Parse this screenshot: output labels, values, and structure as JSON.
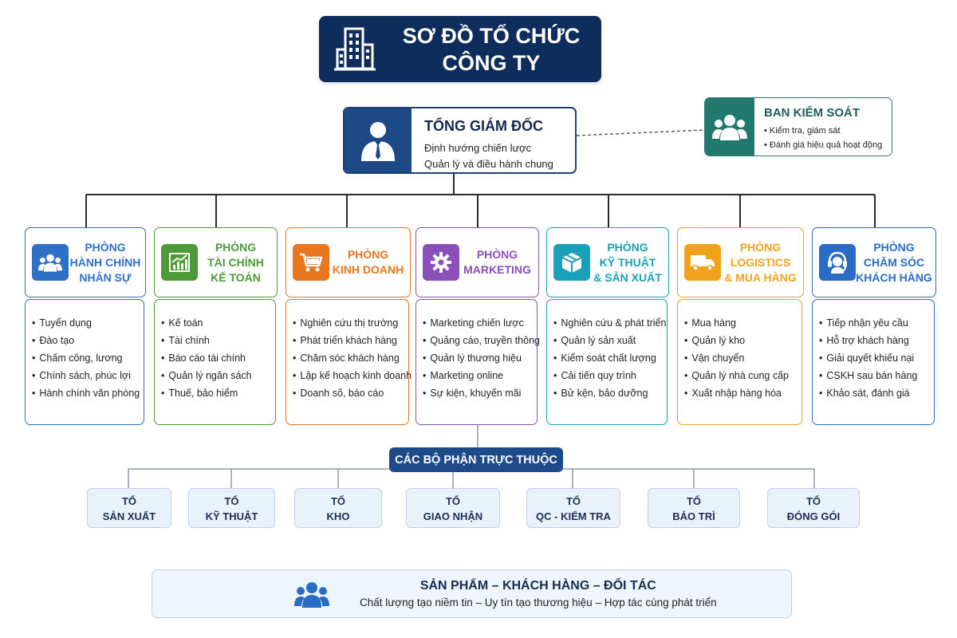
{
  "title": {
    "line1": "SƠ ĐỒ TỔ CHỨC",
    "line2": "CÔNG TY",
    "icon": "building-icon"
  },
  "ceo": {
    "title": "TỔNG GIÁM ĐỐC",
    "lines": [
      "Định hướng chiến lược",
      "Quản lý và điều hành chung"
    ],
    "icon": "executive-icon"
  },
  "control_board": {
    "title": "BAN KIỂM SOÁT",
    "items": [
      "Kiểm tra, giám sát",
      "Đánh giá hiệu quả hoạt động"
    ],
    "icon": "group-icon",
    "color": "#21796e"
  },
  "departments": [
    {
      "name": [
        "PHÒNG",
        "HÀNH CHÍNH",
        "NHÂN SỰ"
      ],
      "color": "#2e6fc7",
      "icon": "people-icon",
      "tasks": [
        "Tuyển dụng",
        "Đào tạo",
        "Chấm công, lương",
        "Chính sách, phúc lợi",
        "Hành chính văn phòng"
      ]
    },
    {
      "name": [
        "PHÒNG",
        "TÀI CHÍNH",
        "KẾ TOÁN"
      ],
      "color": "#4e9a38",
      "icon": "chart-icon",
      "tasks": [
        "Kế toán",
        "Tài chính",
        "Báo cáo tài chính",
        "Quản lý ngân sách",
        "Thuế, bảo hiểm"
      ]
    },
    {
      "name": [
        "PHÒNG",
        "KINH DOANH"
      ],
      "color": "#e8761f",
      "icon": "cart-icon",
      "tasks": [
        "Nghiên cứu thị trường",
        "Phát triển khách hàng",
        "Chăm sóc khách hàng",
        "Lập kế hoạch kinh doanh",
        "Doanh số, báo cáo"
      ]
    },
    {
      "name": [
        "PHÒNG",
        "MARKETING"
      ],
      "color": "#8a4fb8",
      "icon": "gear-icon",
      "tasks": [
        "Marketing chiến lược",
        "Quảng cáo, truyền thông",
        "Quản lý thương hiệu",
        "Marketing online",
        "Sự kiện, khuyến mãi"
      ]
    },
    {
      "name": [
        "PHÒNG",
        "KỸ THUẬT",
        "& SẢN XUẤT"
      ],
      "color": "#1aa0b8",
      "icon": "box-icon",
      "tasks": [
        "Nghiên cứu & phát triển",
        "Quản lý sản xuất",
        "Kiểm soát chất lượng",
        "Cải tiến quy trình",
        "Bử kện, bảo dưỡng"
      ]
    },
    {
      "name": [
        "PHÒNG",
        "LOGISTICS",
        "& MUA HÀNG"
      ],
      "color": "#f0a21b",
      "icon": "truck-icon",
      "tasks": [
        "Mua hàng",
        "Quản lý kho",
        "Vận chuyển",
        "Quản lý nhà cung cấp",
        "Xuất nhập hàng hóa"
      ]
    },
    {
      "name": [
        "PHÒNG",
        "CHĂM SÓC",
        "KHÁCH HÀNG"
      ],
      "color": "#2a6cc4",
      "icon": "headset-icon",
      "tasks": [
        "Tiếp nhận yêu cầu",
        "Hỗ trợ khách hàng",
        "Giải quyết khiếu nại",
        "CSKH sau bán hàng",
        "Khảo sát, đánh giá"
      ]
    }
  ],
  "sub_units": {
    "title": "CÁC BỘ PHẬN TRỰC THUỘC",
    "teams": [
      [
        "TỔ",
        "SẢN XUẤT"
      ],
      [
        "TỔ",
        "KỸ THUẬT"
      ],
      [
        "TỔ",
        "KHO"
      ],
      [
        "TỔ",
        "GIAO NHẬN"
      ],
      [
        "TỔ",
        "QC - KIỂM TRA"
      ],
      [
        "TỔ",
        "BẢO TRÌ"
      ],
      [
        "TỔ",
        "ĐÓNG GÓI"
      ]
    ]
  },
  "footer": {
    "title": "SẢN PHẨM – KHÁCH HÀNG – ĐỐI TÁC",
    "tagline": "Chất lượng tạo niềm tin – Uy tín tạo thương hiệu – Hợp tác cùng phát triển",
    "icon": "partners-icon"
  }
}
